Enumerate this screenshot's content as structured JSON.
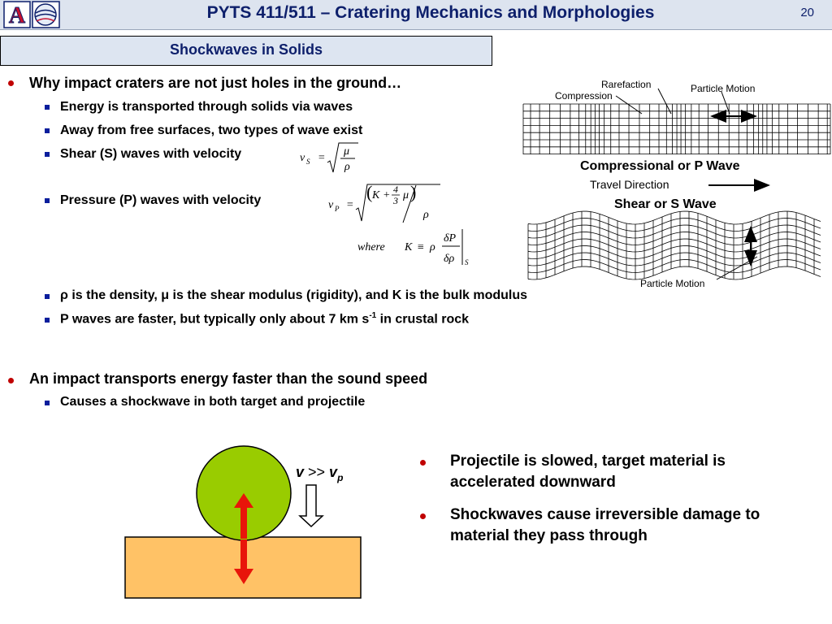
{
  "header": {
    "title": "PYTS 411/511 – Cratering Mechanics and Morphologies",
    "page_number": "20",
    "logo_letter": "A"
  },
  "section": {
    "title": "Shockwaves in Solids"
  },
  "bullets": {
    "b1": "Why impact craters are not just holes in the ground…",
    "b1_sub": [
      "Energy is transported through solids via waves",
      "Away from free surfaces, two types of wave exist",
      "Shear (S) waves with velocity",
      "Pressure (P) waves with velocity",
      "ρ is the density, μ is the shear modulus (rigidity), and K is the bulk modulus"
    ],
    "p_speed_pre": "P waves are faster, but typically only about 7 km s",
    "p_speed_sup": "-1",
    "p_speed_post": " in crustal rock",
    "b2": "An impact transports energy faster than the sound speed",
    "b2_sub": [
      "Causes a shockwave in both target and projectile"
    ]
  },
  "equations": {
    "vs": {
      "lhs": "v",
      "sub": "S",
      "eq": "=",
      "num": "μ",
      "den": "ρ"
    },
    "vp": {
      "lhs": "v",
      "sub": "P",
      "eq": "=",
      "k": "K",
      "plus": "+",
      "f_num": "4",
      "f_den": "3",
      "mu": "μ",
      "den": "ρ"
    },
    "k_def": {
      "where": "where",
      "k": "K",
      "equiv": "≡",
      "rho": "ρ",
      "num": "δP",
      "den": "δρ",
      "sub": "S"
    }
  },
  "wave_figure": {
    "labels": {
      "rarefaction": "Rarefaction",
      "compression": "Compression",
      "particle_motion_top": "Particle Motion",
      "p_wave_title": "Compressional or P Wave",
      "travel_direction": "Travel Direction",
      "s_wave_title": "Shear or S Wave",
      "particle_motion_bottom": "Particle Motion"
    }
  },
  "impact_figure": {
    "velocity_v": "v",
    "velocity_op": " >> ",
    "velocity_vp": "v",
    "velocity_vp_sub": "p",
    "colors": {
      "projectile": "#99cc00",
      "target": "#ffc266",
      "arrows": "#e8150a"
    }
  },
  "right_bullets": [
    "Projectile is slowed, target material is accelerated downward",
    "Shockwaves cause irreversible damage to material they pass through"
  ]
}
